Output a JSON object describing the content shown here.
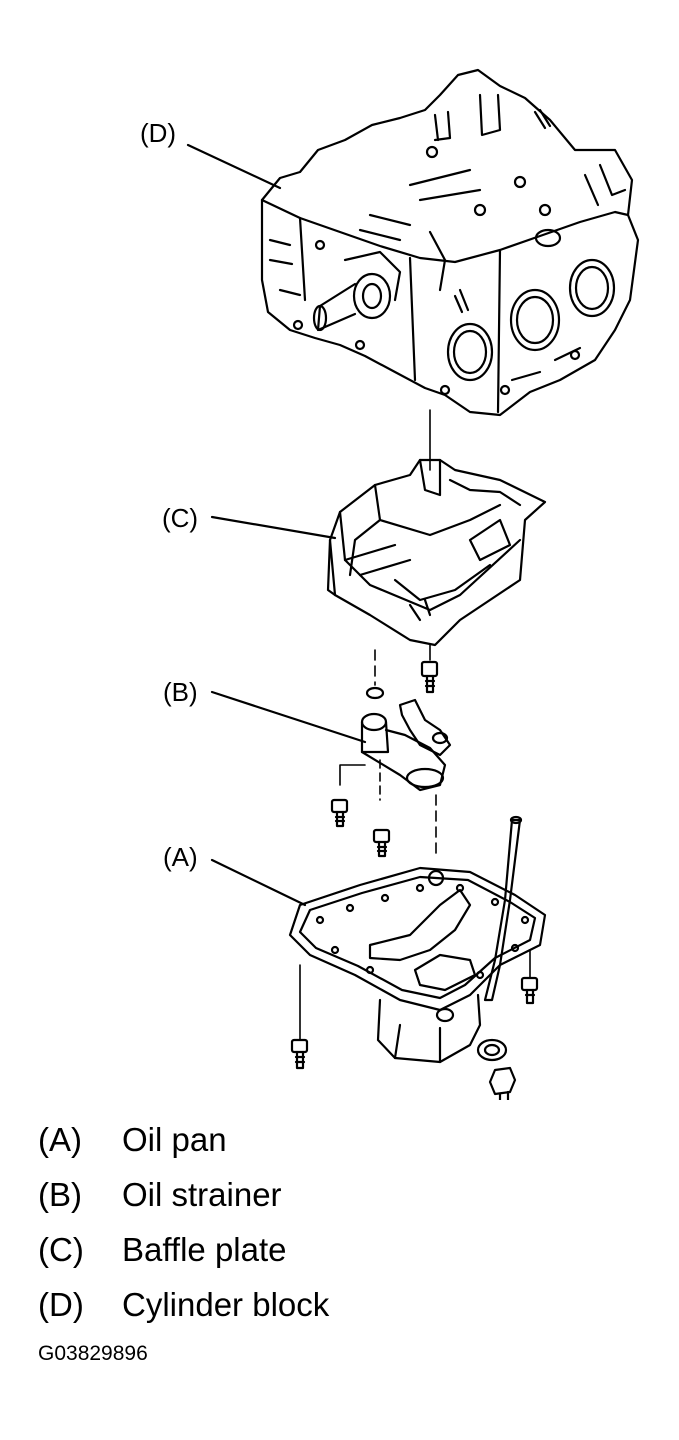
{
  "callouts": {
    "d": "(D)",
    "c": "(C)",
    "b": "(B)",
    "a": "(A)"
  },
  "legend": [
    {
      "code": "(A)",
      "label": "Oil pan"
    },
    {
      "code": "(B)",
      "label": "Oil strainer"
    },
    {
      "code": "(C)",
      "label": "Baffle plate"
    },
    {
      "code": "(D)",
      "label": "Cylinder block"
    }
  ],
  "figure_id": "G03829896",
  "colors": {
    "line": "#000000",
    "background": "#ffffff"
  }
}
